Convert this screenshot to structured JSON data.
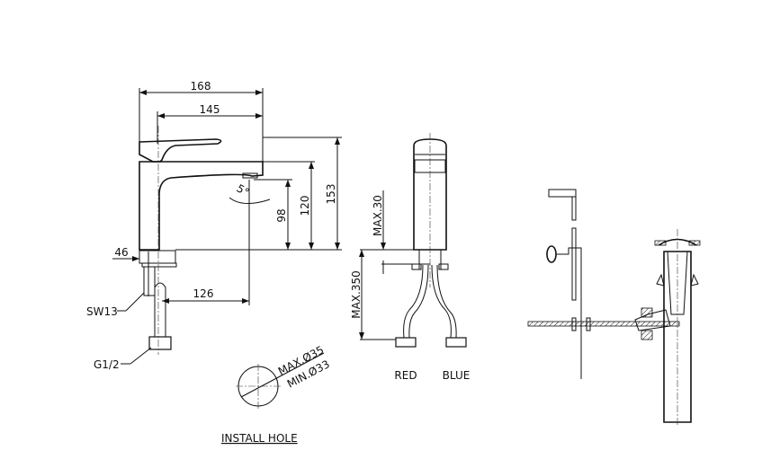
{
  "front_view": {
    "dim_overall_length": "168",
    "dim_spout_reach": "145",
    "dim_outlet_height": "98",
    "dim_spout_height": "120",
    "dim_total_height": "153",
    "dim_body_width": "46",
    "dim_outlet_to_shank": "126",
    "spout_angle": "5°",
    "label_wrench": "SW13",
    "label_thread": "G1/2"
  },
  "install_hole": {
    "max_diameter": "MAX.Ø35",
    "min_diameter": "MIN.Ø33",
    "title": "INSTALL HOLE"
  },
  "side_view": {
    "dim_max_deck": "MAX.30",
    "dim_max_hose": "MAX.350",
    "hose_left": "RED",
    "hose_right": "BLUE"
  }
}
